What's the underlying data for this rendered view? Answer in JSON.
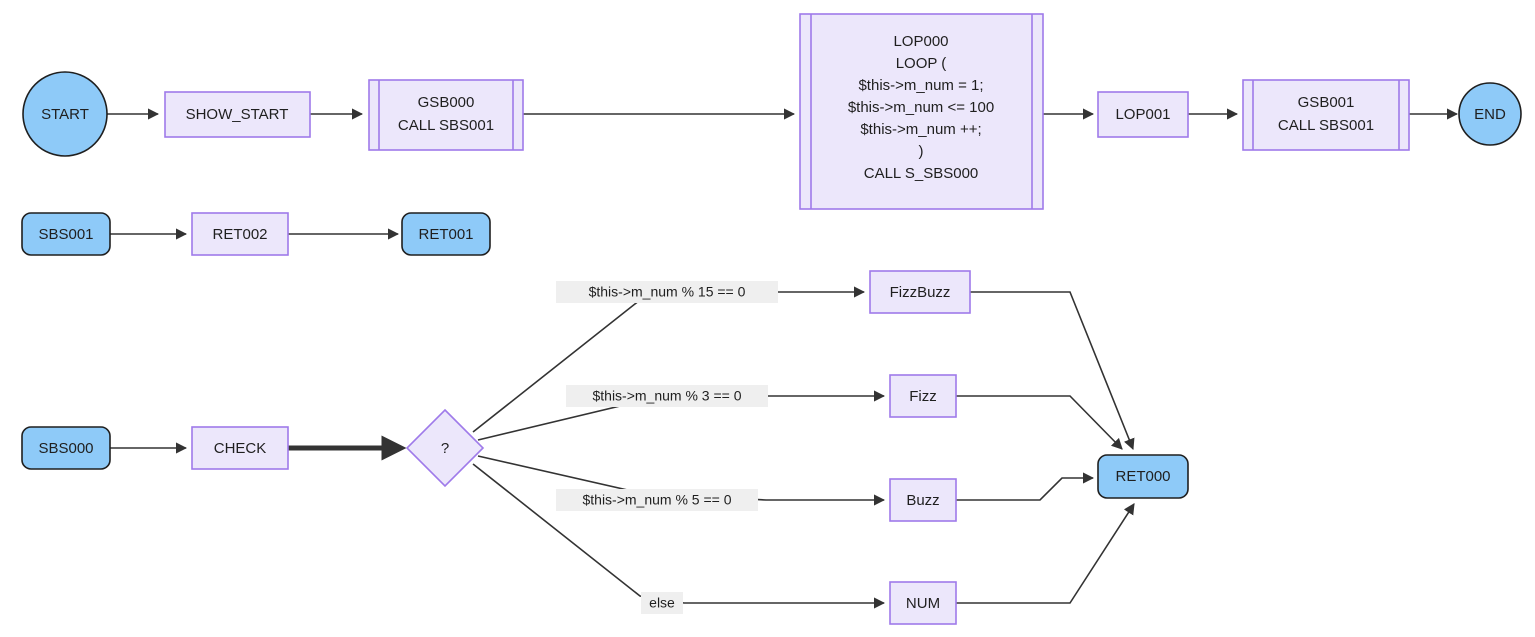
{
  "diagram": {
    "title": "",
    "colors": {
      "terminal_fill": "#8ECAF8",
      "terminal_stroke": "#1f1f1f",
      "process_fill": "#ECE7FB",
      "process_stroke": "#9F7AEA",
      "decision_fill": "#ECE7FB",
      "decision_stroke": "#9F7AEA",
      "edge_stroke": "#333333",
      "label_bg": "#EFEFEF",
      "text": "#1f1f1f",
      "background": "#FFFFFF"
    },
    "nodes": {
      "start": {
        "label": "START",
        "shape": "circle"
      },
      "show_start": {
        "label": "SHOW_START",
        "shape": "rect"
      },
      "gsb000": {
        "line1": "GSB000",
        "line2": "CALL SBS001",
        "shape": "subroutine"
      },
      "lop000": {
        "shape": "subroutine",
        "lines": [
          "LOP000",
          "LOOP (",
          "$this->m_num = 1;",
          "$this->m_num <= 100",
          "$this->m_num ++;",
          ")",
          "CALL S_SBS000"
        ]
      },
      "lop001": {
        "label": "LOP001",
        "shape": "rect"
      },
      "gsb001": {
        "line1": "GSB001",
        "line2": "CALL SBS001",
        "shape": "subroutine"
      },
      "end": {
        "label": "END",
        "shape": "circle"
      },
      "sbs001": {
        "label": "SBS001",
        "shape": "rounded-rect"
      },
      "ret002": {
        "label": "RET002",
        "shape": "rect"
      },
      "ret001": {
        "label": "RET001",
        "shape": "rounded-rect"
      },
      "sbs000": {
        "label": "SBS000",
        "shape": "rounded-rect"
      },
      "check": {
        "label": "CHECK",
        "shape": "rect"
      },
      "decision": {
        "label": "?",
        "shape": "diamond"
      },
      "fizzbuzz": {
        "label": "FizzBuzz",
        "shape": "rect"
      },
      "fizz": {
        "label": "Fizz",
        "shape": "rect"
      },
      "buzz": {
        "label": "Buzz",
        "shape": "rect"
      },
      "num": {
        "label": "NUM",
        "shape": "rect"
      },
      "ret000": {
        "label": "RET000",
        "shape": "rounded-rect"
      }
    },
    "edge_labels": {
      "branch_15": "$this->m_num % 15 == 0",
      "branch_3": "$this->m_num % 3 == 0",
      "branch_5": "$this->m_num % 5 == 0",
      "branch_else": "else"
    }
  }
}
